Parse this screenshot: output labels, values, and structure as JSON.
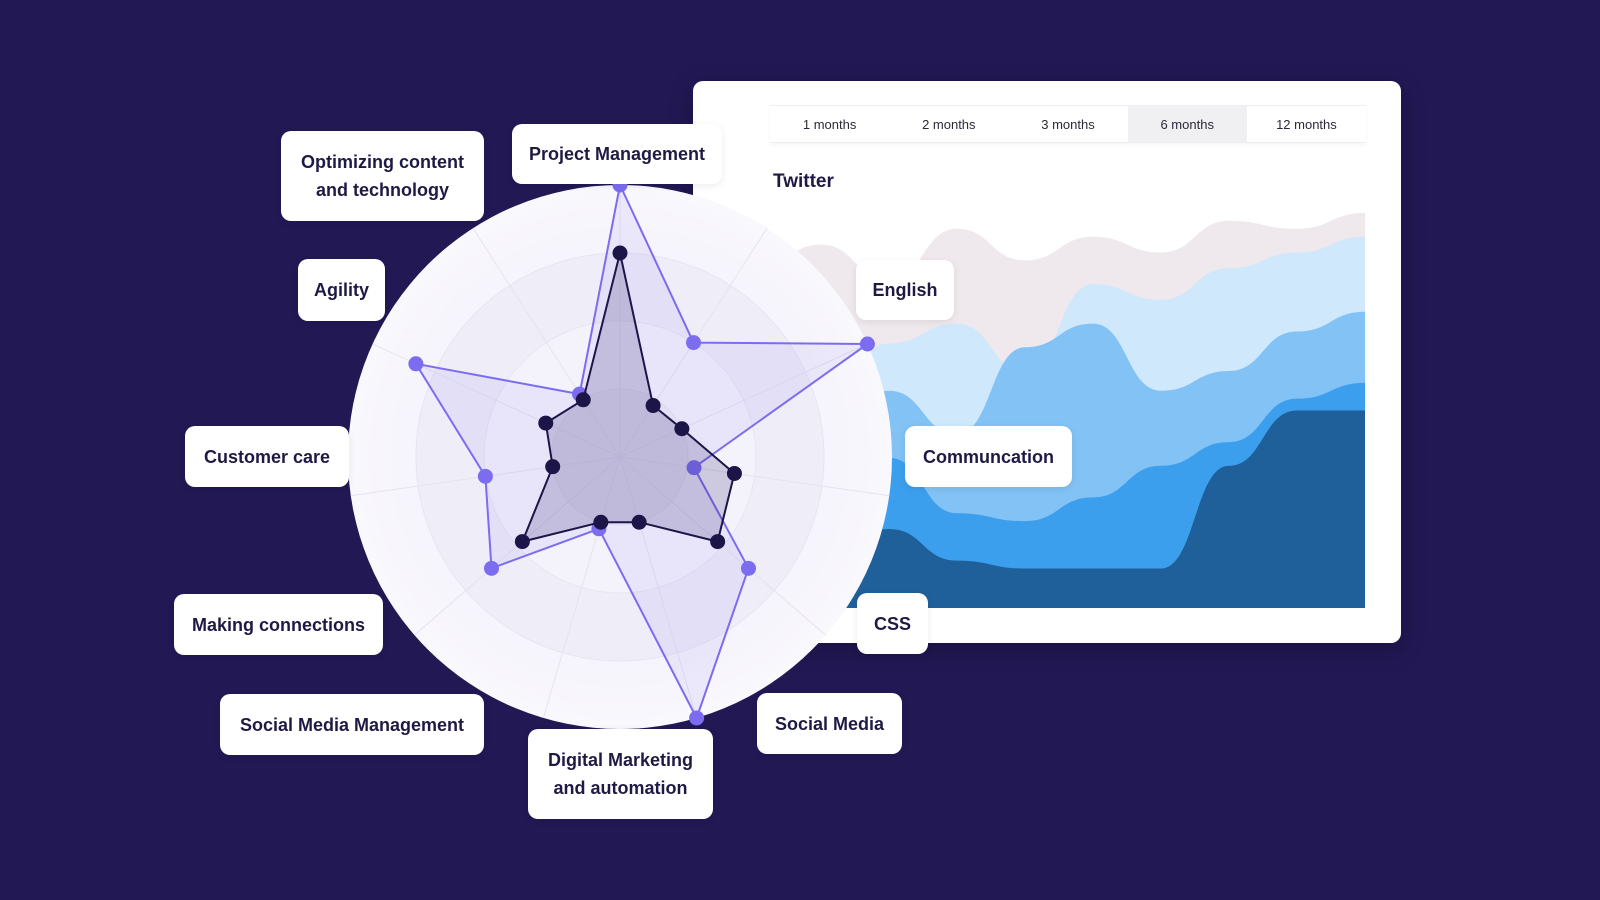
{
  "tabs": [
    "1 months",
    "2 months",
    "3 months",
    "6 months",
    "12 months"
  ],
  "active_tab": "6 months",
  "panel_title": "Twitter",
  "labels": {
    "project_management": "Project Management",
    "english": "English",
    "communication": "Communcation",
    "css": "CSS",
    "social_media": "Social Media",
    "digital_marketing": "Digital Marketing\nand automation",
    "social_media_management": "Social Media Management",
    "making_connections": "Making connections",
    "customer_care": "Customer care",
    "agility": "Agility",
    "optimizing_content": "Optimizing content\nand technology"
  },
  "colors": {
    "background": "#221854",
    "outer_series": "#7b6cf0",
    "inner_series": "#1c1547",
    "area_darkest": "#20609a",
    "area_mid": "#3c9fee",
    "area_light": "#82c2f5",
    "area_lightest": "#cfe8fb",
    "area_back": "#ede6ea"
  },
  "chart_data": [
    {
      "type": "radar",
      "axes": [
        "Project Management",
        "English",
        "Communcation",
        "CSS",
        "Social Media",
        "Digital Marketing and automation",
        "Social Media Management",
        "Making connections",
        "Customer care",
        "Agility",
        "Optimizing content and technology"
      ],
      "rmax": 4,
      "rings": 4,
      "series": [
        {
          "values": [
            4,
            2,
            4,
            1.1,
            2.5,
            4,
            1.1,
            2.5,
            2,
            3.3,
            1.1
          ]
        },
        {
          "values": [
            3,
            0.9,
            1,
            1.7,
            1.9,
            1,
            1,
            1.9,
            1,
            1.2,
            1
          ]
        }
      ]
    },
    {
      "type": "area",
      "series": [
        {
          "values": [
            0.85,
            0.92,
            0.83,
            0.96,
            0.88,
            0.94,
            0.9,
            0.98,
            0.96,
            1.0
          ]
        },
        {
          "values": [
            0.6,
            0.5,
            0.67,
            0.72,
            0.6,
            0.82,
            0.78,
            0.86,
            0.9,
            0.94
          ]
        },
        {
          "values": [
            0.52,
            0.42,
            0.55,
            0.44,
            0.66,
            0.72,
            0.55,
            0.6,
            0.7,
            0.75
          ]
        },
        {
          "values": [
            0.28,
            0.26,
            0.38,
            0.24,
            0.22,
            0.28,
            0.36,
            0.42,
            0.53,
            0.57
          ]
        },
        {
          "values": [
            0.16,
            0.14,
            0.2,
            0.12,
            0.1,
            0.1,
            0.1,
            0.36,
            0.5,
            0.5
          ]
        }
      ]
    }
  ]
}
